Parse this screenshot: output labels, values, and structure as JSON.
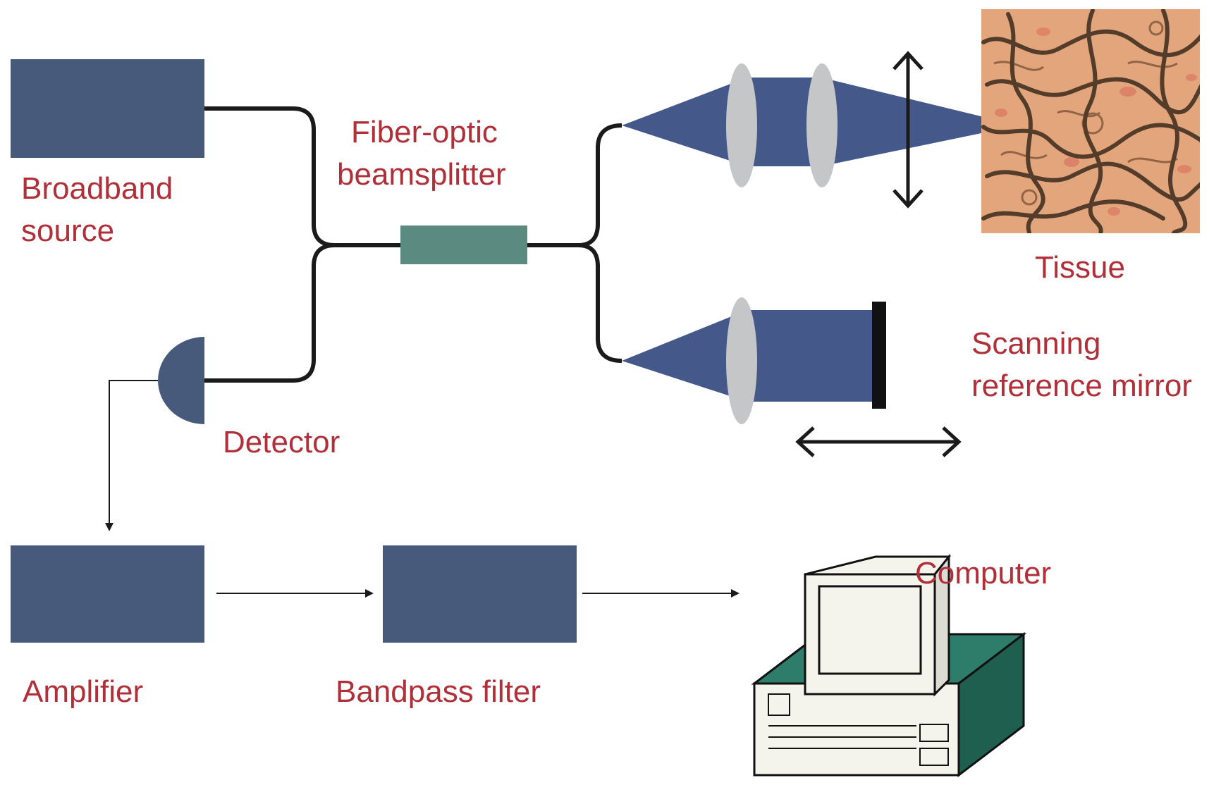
{
  "labels": {
    "broadband_source_line1": "Broadband",
    "broadband_source_line2": "source",
    "beamsplitter_line1": "Fiber-optic",
    "beamsplitter_line2": "beamsplitter",
    "tissue": "Tissue",
    "reference_mirror_line1": "Scanning",
    "reference_mirror_line2": "reference mirror",
    "detector": "Detector",
    "amplifier": "Amplifier",
    "bandpass_filter": "Bandpass filter",
    "computer": "Computer"
  },
  "colors": {
    "label_text": "#b0303a",
    "component_fill": "#475a7c",
    "beam_fill": "#44588a",
    "beamsplitter_fill": "#5b8a80",
    "lens_fill": "#c4c6c8",
    "fiber": "#1a1a1a",
    "tissue_base": "#e2a57c",
    "computer_base": "#2d7d6a",
    "computer_monitor": "#f4f4ec"
  },
  "icons": {
    "tissue": "tissue-texture-image",
    "computer": "desktop-computer-icon"
  }
}
